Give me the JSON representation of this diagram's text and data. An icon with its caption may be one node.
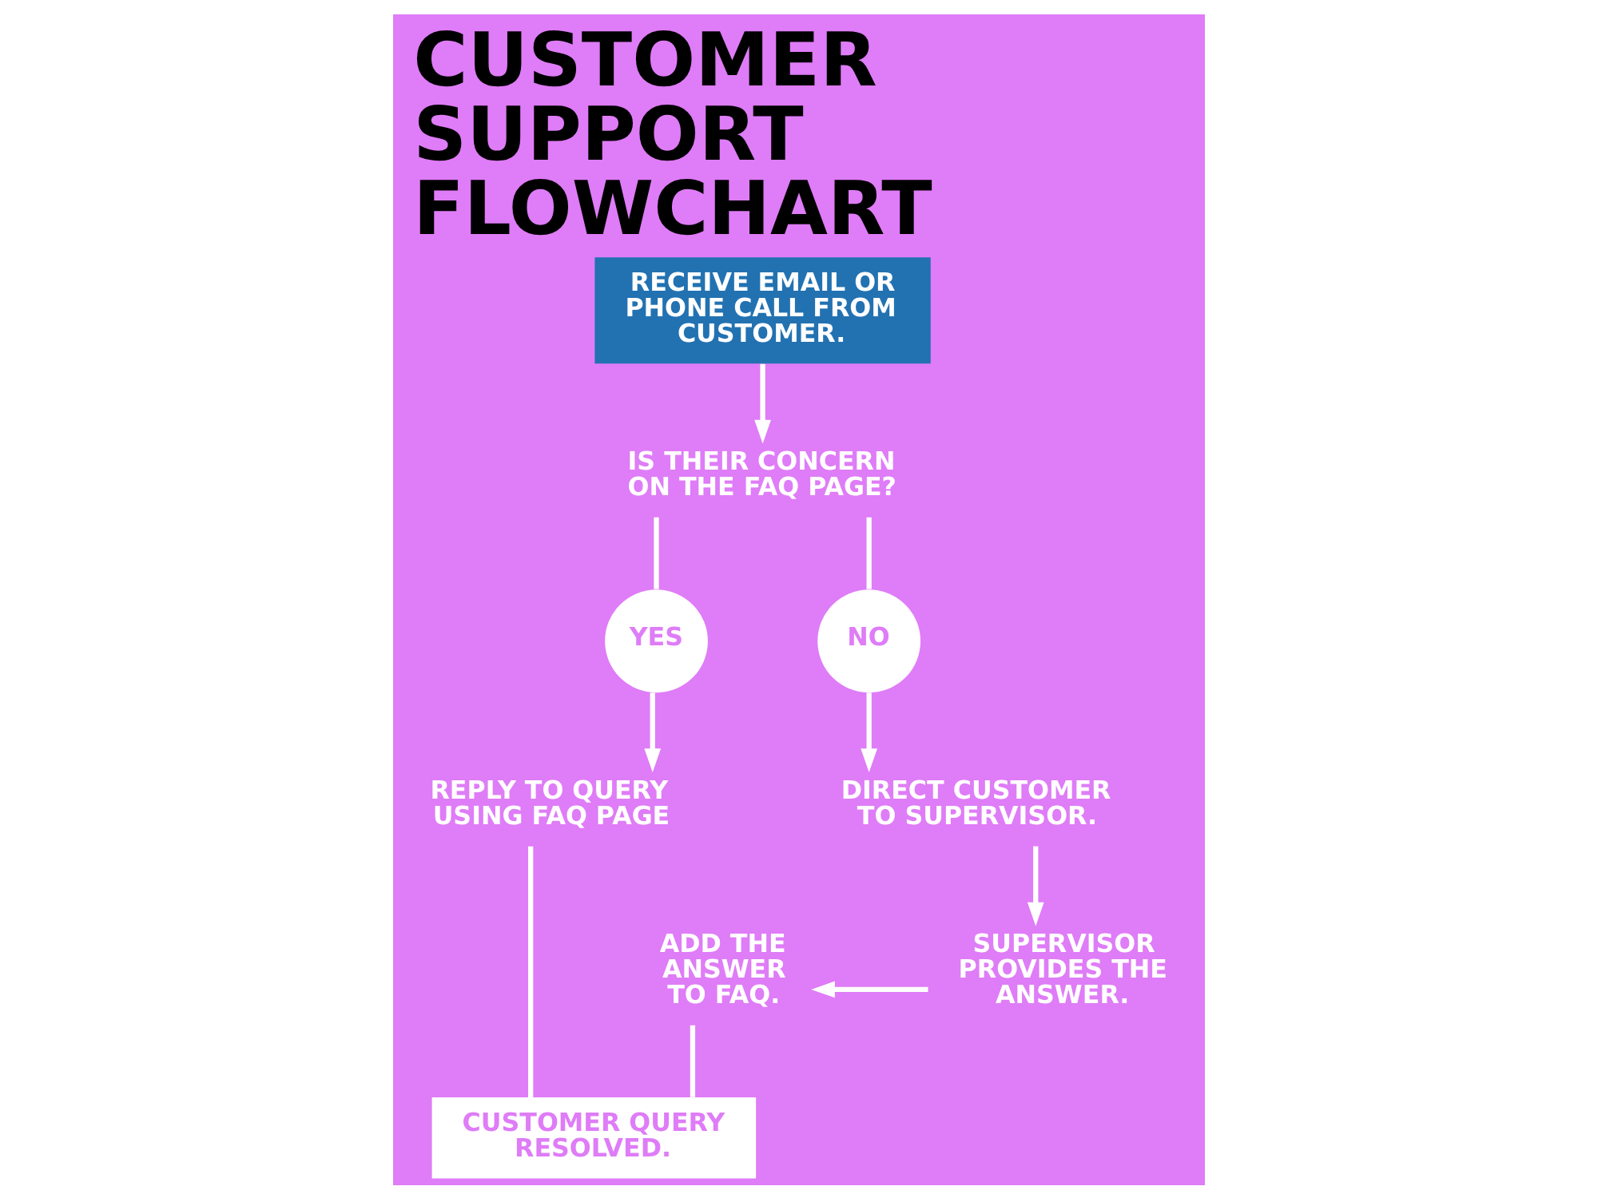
{
  "diagram": {
    "title": "CUSTOMER SUPPORT FLOWCHART",
    "nodes": [
      {
        "text": [
          "RECEIVE EMAIL OR PHONE CALL FROM CUSTOMER."
        ]
      },
      {
        "text": [
          "IS THEIR CONCERN ON THE FAQ PAGE?"
        ]
      },
      {
        "text": [
          "YES"
        ]
      },
      {
        "text": [
          "NO"
        ]
      },
      {
        "text": [
          "REPLY TO QUERY USING FAQ PAGE"
        ]
      },
      {
        "text": [
          "DIRECT CUSTOMER TO SUPERVISOR."
        ]
      },
      {
        "text": [
          "ADD THE ANSWER TO FAQ."
        ]
      },
      {
        "text": [
          "SUPERVISOR PROVIDES THE ANSWER."
        ]
      },
      {
        "text": [
          "CUSTOMER QUERY RESOLVED."
        ]
      }
    ],
    "edges": [
      {
        "from": 0,
        "to": 1,
        "arrow": "to"
      },
      {
        "from": 1,
        "to": 2,
        "arrow": "none"
      },
      {
        "from": 1,
        "to": 3,
        "arrow": "none"
      },
      {
        "from": 2,
        "to": 4,
        "arrow": "to"
      },
      {
        "from": 3,
        "to": 5,
        "arrow": "to"
      },
      {
        "from": 5,
        "to": 7,
        "arrow": "to"
      },
      {
        "from": 7,
        "to": 6,
        "arrow": "to"
      },
      {
        "from": 4,
        "to": 8,
        "arrow": "none"
      },
      {
        "from": 6,
        "to": 8,
        "arrow": "none"
      }
    ]
  }
}
